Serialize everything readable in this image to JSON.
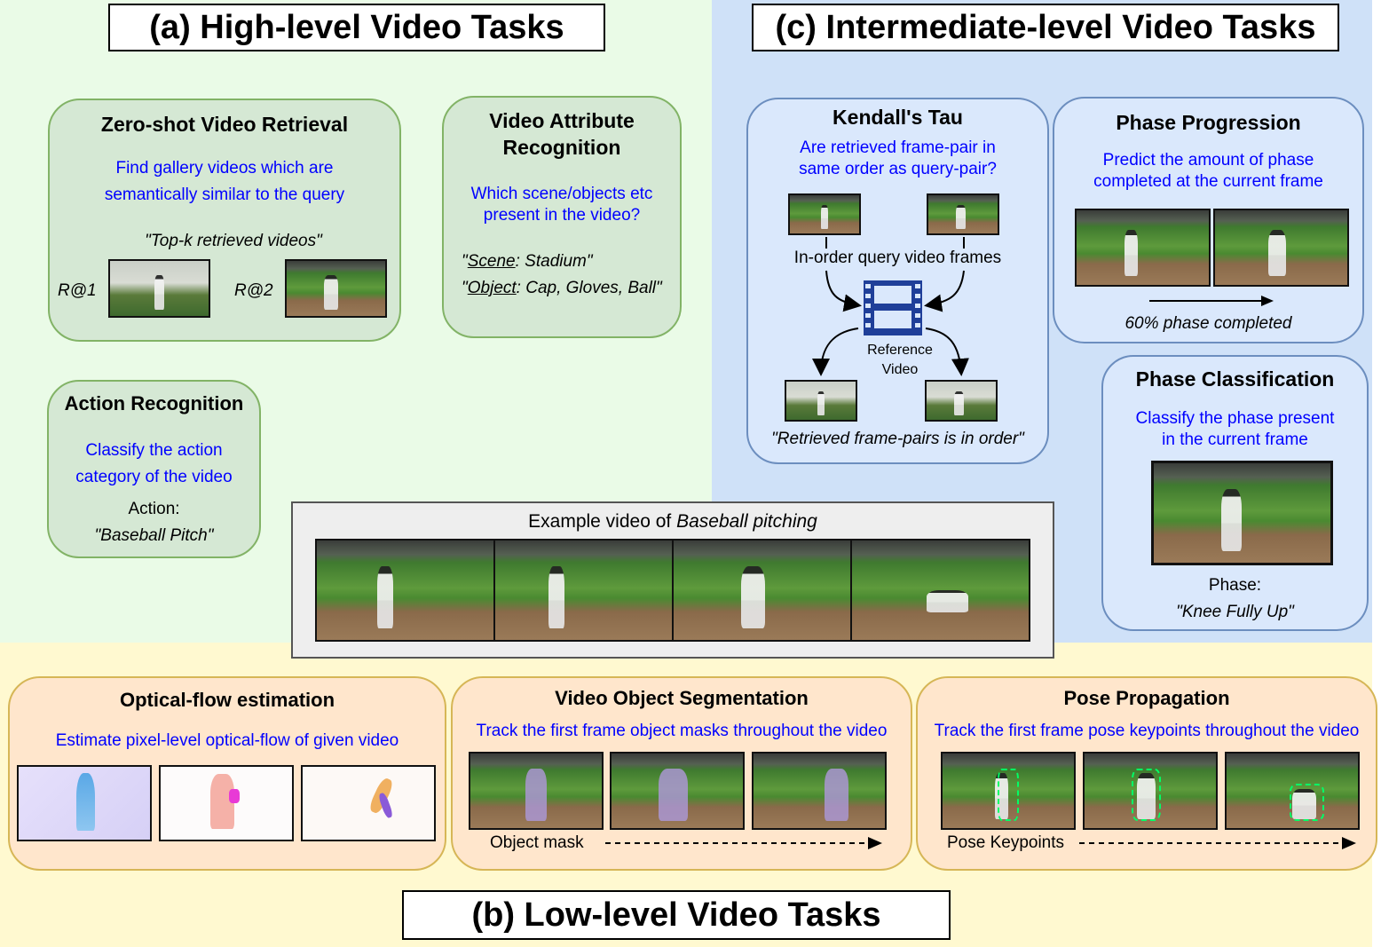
{
  "colors": {
    "high_level_bg": "#eafbe7",
    "intermediate_bg": "#cfe1f8",
    "low_level_bg": "#fff9d0",
    "example_box_bg": "#eeeeee",
    "question_text": "#0000ff"
  },
  "sections": {
    "high": "(a) High-level Video Tasks",
    "intermediate": "(c) Intermediate-level Video Tasks",
    "low": "(b) Low-level Video Tasks"
  },
  "high_level": {
    "retrieval": {
      "title": "Zero-shot Video Retrieval",
      "question_line1": "Find gallery videos which are",
      "question_line2": "semantically similar to the query",
      "caption": "\"Top-k retrieved videos\"",
      "r1": "R@1",
      "r2": "R@2"
    },
    "attribute": {
      "title_line1": "Video Attribute",
      "title_line2": "Recognition",
      "question_line1": "Which scene/objects etc",
      "question_line2": "present in the video?",
      "scene_key": "Scene",
      "scene_value": ": Stadium\"",
      "object_key": "Object",
      "object_value": ": Cap, Gloves, Ball\""
    },
    "action": {
      "title": "Action Recognition",
      "question_line1": "Classify the action",
      "question_line2": "category of the video",
      "label": "Action:",
      "value": "\"Baseball Pitch\""
    }
  },
  "example": {
    "caption_prefix": "Example video of ",
    "caption_emph": "Baseball pitching"
  },
  "intermediate": {
    "kendall": {
      "title": "Kendall's Tau",
      "question_line1": "Are retrieved frame-pair in",
      "question_line2": "same order as query-pair?",
      "query_label": "In-order query video frames",
      "ref_line1": "Reference",
      "ref_line2": "Video",
      "caption": "\"Retrieved frame-pairs is in order\""
    },
    "progression": {
      "title": "Phase Progression",
      "question_line1": "Predict the amount of phase",
      "question_line2": "completed at the current frame",
      "caption": "60% phase completed"
    },
    "classification": {
      "title": "Phase Classification",
      "question_line1": "Classify the phase present",
      "question_line2": "in the current frame",
      "label": "Phase:",
      "value": "\"Knee Fully Up\""
    }
  },
  "low_level": {
    "optical": {
      "title": "Optical-flow estimation",
      "question": "Estimate pixel-level optical-flow of given video"
    },
    "vos": {
      "title": "Video Object Segmentation",
      "question": "Track the first frame object masks throughout the video",
      "label": "Object mask"
    },
    "pose": {
      "title": "Pose Propagation",
      "question": "Track the first frame pose keypoints throughout the video",
      "label": "Pose Keypoints"
    }
  }
}
